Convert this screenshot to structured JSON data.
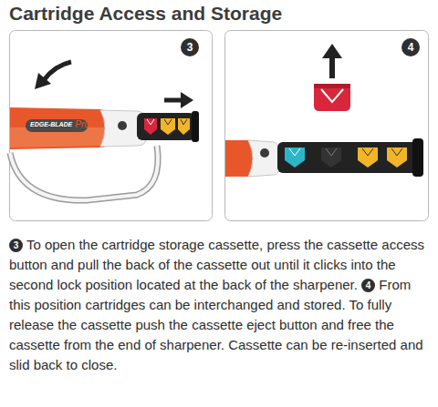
{
  "diagram": {
    "title": "Cartridge Access and Storage",
    "labels": [
      "3",
      "4",
      "EDGE-BLADE",
      "Pro",
      "3",
      "To open the cartridge storage cassette, press the cassette access button and pull the back of the cassette out until it clicks into the second lock position located at the back of the sharpener.",
      "4",
      "From this position cartridges can be interchanged and stored. To fully release the cassette push the cassette eject button and free the cassette from the end of sharpener. Cassette can be re-inserted and slid back to close."
    ]
  }
}
